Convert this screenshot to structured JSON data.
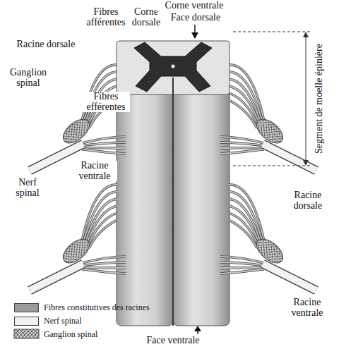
{
  "diagram": {
    "labels": [
      "Fibres afférentes",
      "Corne dorsale",
      "Corne ventrale",
      "Face dorsale",
      "Racine dorsale",
      "Ganglion spinal",
      "Fibres efférentes",
      "Racine ventrale",
      "Nerf spinal",
      "Segment de moelle épinière",
      "Racine dorsale",
      "Racine ventrale",
      "Face ventrale"
    ],
    "legend": [
      {
        "text": "Fibres constitutives des racines",
        "color": "#9a9a9a"
      },
      {
        "text": "Nerf spinal",
        "color": "#f2f2f2"
      },
      {
        "text": "Ganglion spinal"
      }
    ]
  }
}
